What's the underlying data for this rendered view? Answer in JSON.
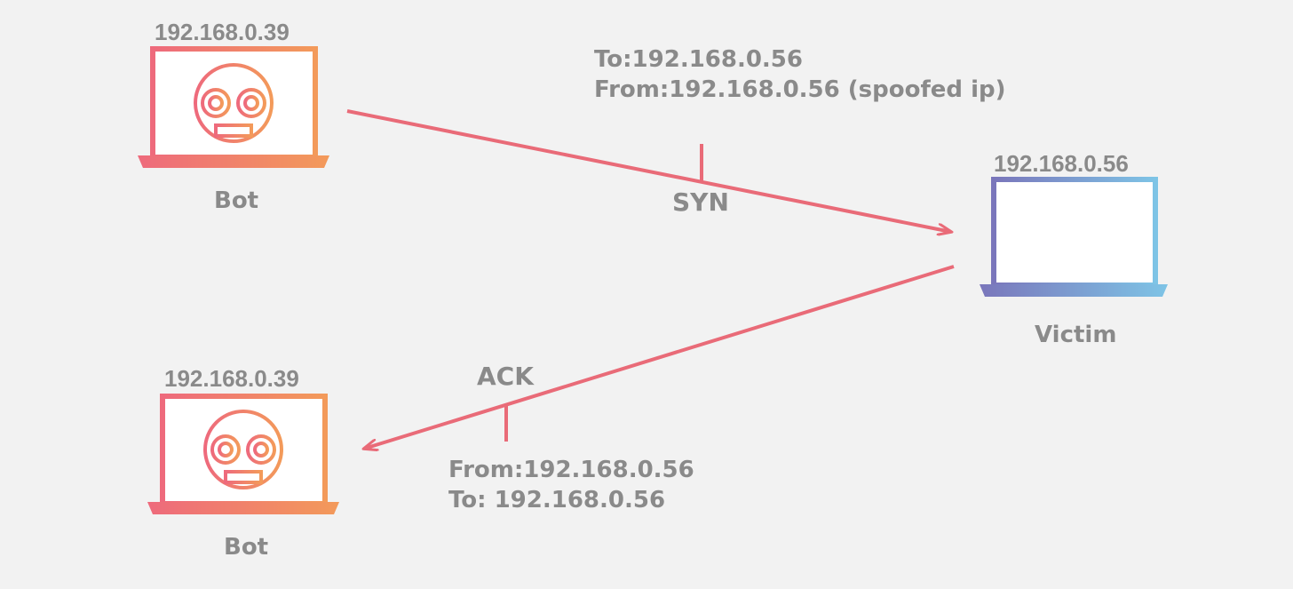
{
  "nodes": {
    "bot_top": {
      "ip": "192.168.0.39",
      "name": "Bot"
    },
    "victim": {
      "ip": "192.168.0.56",
      "name": "Victim"
    },
    "bot_bottom": {
      "ip": "192.168.0.39",
      "name": "Bot"
    }
  },
  "packets": {
    "syn": {
      "label": "SYN",
      "to": "To:192.168.0.56",
      "from": "From:192.168.0.56 (spoofed ip)"
    },
    "ack": {
      "label": "ACK",
      "from": "From:192.168.0.56",
      "to": "To: 192.168.0.56"
    }
  },
  "colors": {
    "background": "#f2f2f2",
    "arrow": "#e96b78",
    "text": "#8a8a8a",
    "bot_gradient": [
      "#ee6a7c",
      "#f39a5a"
    ],
    "victim_gradient": [
      "#7a76bb",
      "#7ec4e6"
    ]
  },
  "icons": {
    "bot_laptop": "laptop-robot-icon",
    "victim_laptop": "laptop-icon"
  }
}
